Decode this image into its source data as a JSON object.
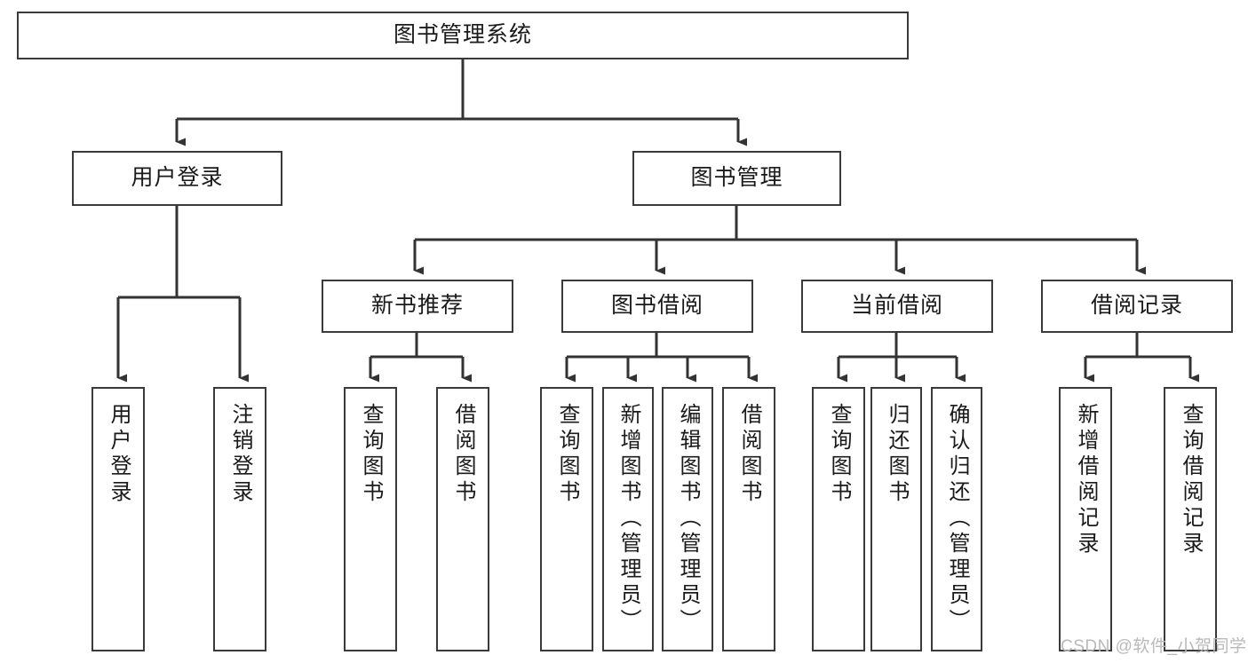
{
  "diagram": {
    "title": "图书管理系统",
    "root": {
      "label": "图书管理系统"
    },
    "level2": [
      {
        "label": "用户登录"
      },
      {
        "label": "图书管理"
      }
    ],
    "level3": [
      {
        "label": "新书推荐"
      },
      {
        "label": "图书借阅"
      },
      {
        "label": "当前借阅"
      },
      {
        "label": "借阅记录"
      }
    ],
    "leaves": {
      "user_login": [
        {
          "label": "用户登录"
        },
        {
          "label": "注销登录"
        }
      ],
      "new_book_recommend": [
        {
          "label": "查询图书"
        },
        {
          "label": "借阅图书"
        }
      ],
      "book_borrow": [
        {
          "label": "查询图书"
        },
        {
          "label": "新增图书（管理员）"
        },
        {
          "label": "编辑图书（管理员）"
        },
        {
          "label": "借阅图书"
        }
      ],
      "current_borrow": [
        {
          "label": "查询图书"
        },
        {
          "label": "归还图书"
        },
        {
          "label": "确认归还（管理员）"
        }
      ],
      "borrow_record": [
        {
          "label": "新增借阅记录"
        },
        {
          "label": "查询借阅记录"
        }
      ]
    }
  },
  "watermark": {
    "text": "CSDN @软件_小贺同学"
  },
  "colors": {
    "box_border": "#3a3a3a",
    "line": "#333333",
    "text": "#1a1a1a",
    "background": "#ffffff",
    "watermark": "#b9b9b9"
  }
}
